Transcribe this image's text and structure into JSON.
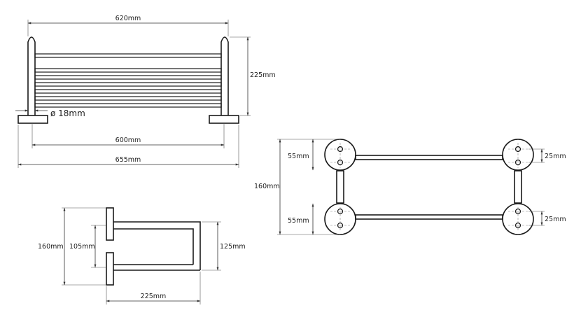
{
  "front_view": {
    "width_top": "620mm",
    "height": "225mm",
    "diameter": "ø 18mm",
    "inner_width": "600mm",
    "total_width": "655mm"
  },
  "side_view": {
    "total_height": "160mm",
    "inner_height": "105mm",
    "bar_height": "125mm",
    "depth": "225mm"
  },
  "top_view": {
    "total_height": "160mm",
    "rosette_top": "55mm",
    "rosette_bottom": "55mm",
    "hole_top": "25mm",
    "hole_bottom": "25mm"
  }
}
